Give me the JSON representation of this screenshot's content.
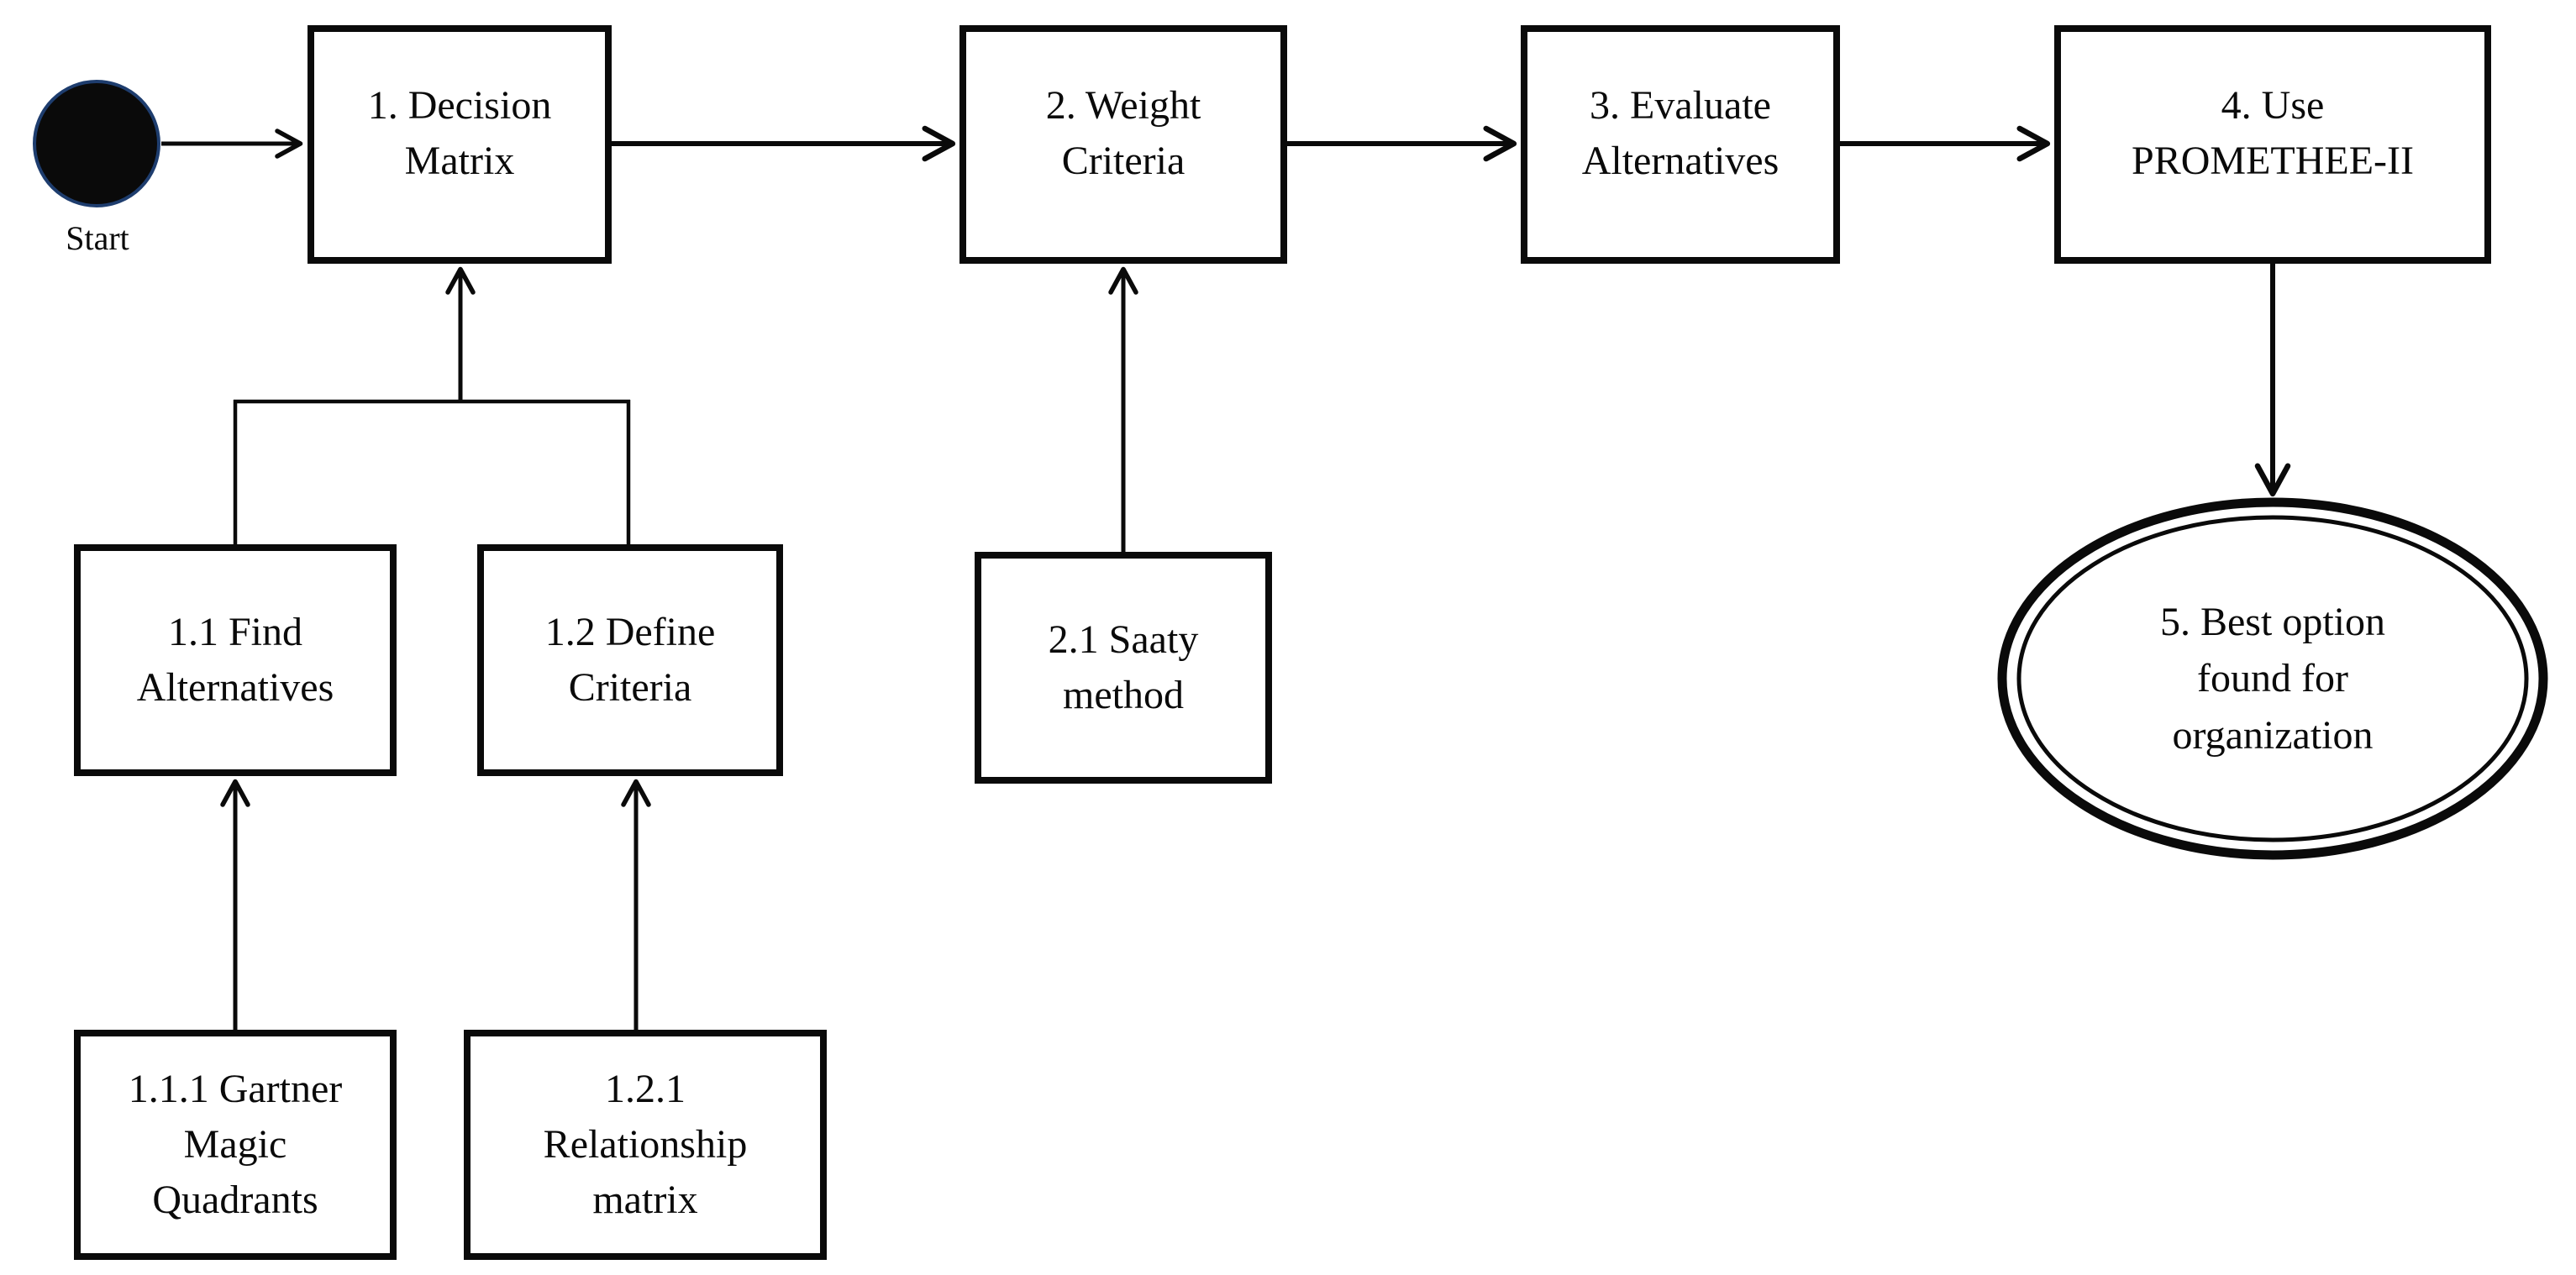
{
  "diagram": {
    "type": "flowchart",
    "start": {
      "label": "Start"
    },
    "nodes": {
      "step1": {
        "label": "1. Decision\nMatrix"
      },
      "step2": {
        "label": "2. Weight\nCriteria"
      },
      "step3": {
        "label": "3. Evaluate\nAlternatives"
      },
      "step4": {
        "label": "4. Use\nPROMETHEE-II"
      },
      "step5": {
        "label": "5. Best option\nfound for\norganization"
      },
      "step1_1": {
        "label": "1.1 Find\nAlternatives"
      },
      "step1_2": {
        "label": "1.2 Define\nCriteria"
      },
      "step2_1": {
        "label": "2.1 Saaty\nmethod"
      },
      "step1_1_1": {
        "label": "1.1.1 Gartner\nMagic\nQuadrants"
      },
      "step1_2_1": {
        "label": "1.2.1\nRelationship\nmatrix"
      }
    },
    "edges": [
      {
        "from": "start",
        "to": "step1"
      },
      {
        "from": "step1",
        "to": "step2"
      },
      {
        "from": "step2",
        "to": "step3"
      },
      {
        "from": "step3",
        "to": "step4"
      },
      {
        "from": "step4",
        "to": "step5"
      },
      {
        "from": "step1_1",
        "to": "step1"
      },
      {
        "from": "step1_2",
        "to": "step1"
      },
      {
        "from": "step2_1",
        "to": "step2"
      },
      {
        "from": "step1_1_1",
        "to": "step1_1"
      },
      {
        "from": "step1_2_1",
        "to": "step1_2"
      }
    ],
    "colors": {
      "line": "#0a0a0a",
      "background": "#ffffff",
      "start_fill": "#0a0a0a",
      "start_ring": "#1e3d6e"
    }
  }
}
